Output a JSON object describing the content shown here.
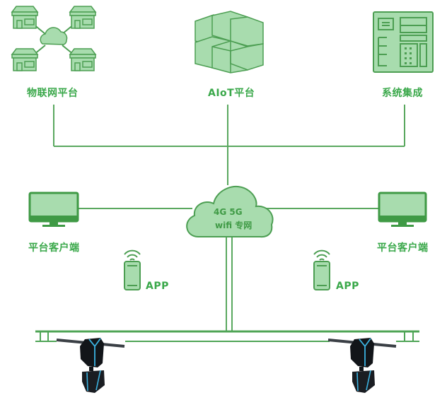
{
  "diagram": {
    "title": "",
    "colors": {
      "line": "#5aa85f",
      "icon_fill": "#a8dcae",
      "icon_stroke": "#4c9e52",
      "label": "#3aa84a",
      "device_body": "#111418",
      "device_accent": "#3bb2e0"
    },
    "top_nodes": [
      {
        "id": "iot",
        "label": "物联网平台",
        "icon": "store-network-icon"
      },
      {
        "id": "aiot",
        "label": "AIoT平台",
        "icon": "cube-stack-icon"
      },
      {
        "id": "system",
        "label": "系统集成",
        "icon": "control-panel-icon"
      }
    ],
    "hub": {
      "line1": "4G 5G",
      "line2": "wifi 专网",
      "icon": "cloud-icon"
    },
    "clients": [
      {
        "id": "client-left",
        "label": "平台客户端",
        "icon": "monitor-icon"
      },
      {
        "id": "client-right",
        "label": "平台客户端",
        "icon": "monitor-icon"
      }
    ],
    "apps": [
      {
        "id": "app-left",
        "label": "APP",
        "icon": "smartphone-wifi-icon"
      },
      {
        "id": "app-right",
        "label": "APP",
        "icon": "smartphone-wifi-icon"
      }
    ],
    "rail": {
      "label": "",
      "devices": [
        {
          "id": "robot-left",
          "icon": "rail-inspection-robot-icon"
        },
        {
          "id": "robot-right",
          "icon": "rail-inspection-robot-icon"
        }
      ]
    }
  }
}
